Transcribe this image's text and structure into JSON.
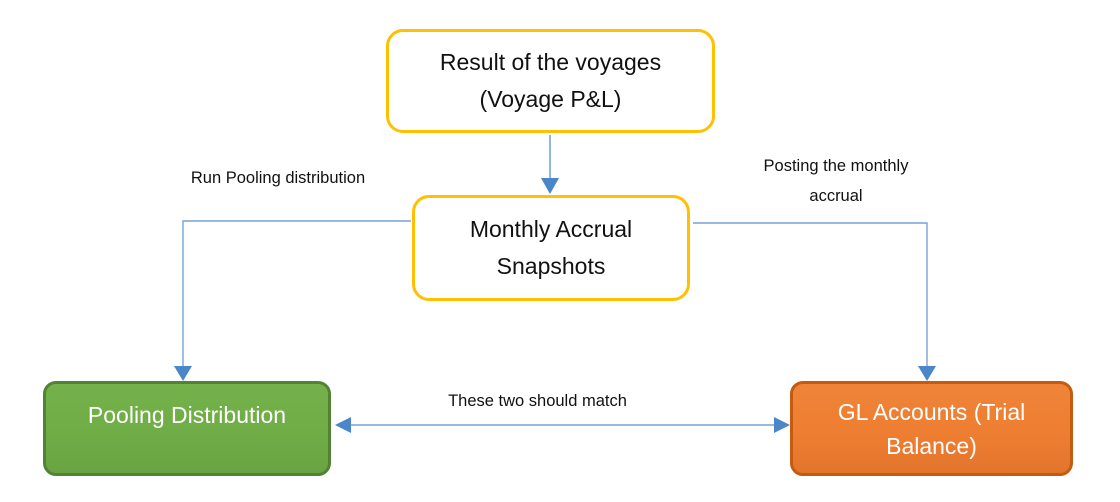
{
  "diagram": {
    "title_hint": "Voyage accrual reconciliation flowchart",
    "nodes": {
      "voyage_result": {
        "line1": "Result of the voyages",
        "line2": "(Voyage P&L)"
      },
      "monthly_accrual": {
        "line1": "Monthly Accrual",
        "line2": "Snapshots"
      },
      "pooling_distribution": {
        "label": "Pooling Distribution"
      },
      "gl_accounts": {
        "line1": "GL Accounts (Trial",
        "line2": "Balance)"
      }
    },
    "edge_labels": {
      "run_pooling": "Run Pooling distribution",
      "posting_line1": "Posting the monthly",
      "posting_line2": "accrual",
      "match": "These two should match"
    },
    "colors": {
      "yellow_border": "#FFC000",
      "green_fill": "#70AD47",
      "green_border": "#548235",
      "orange_fill": "#ED7D31",
      "orange_border": "#C55A11",
      "arrow_line_blue": "#74A3DB",
      "arrow_head_blue": "#4A86C8",
      "text_dark": "#111111",
      "text_light": "#FFFFFF",
      "background": "#FFFFFF"
    }
  }
}
